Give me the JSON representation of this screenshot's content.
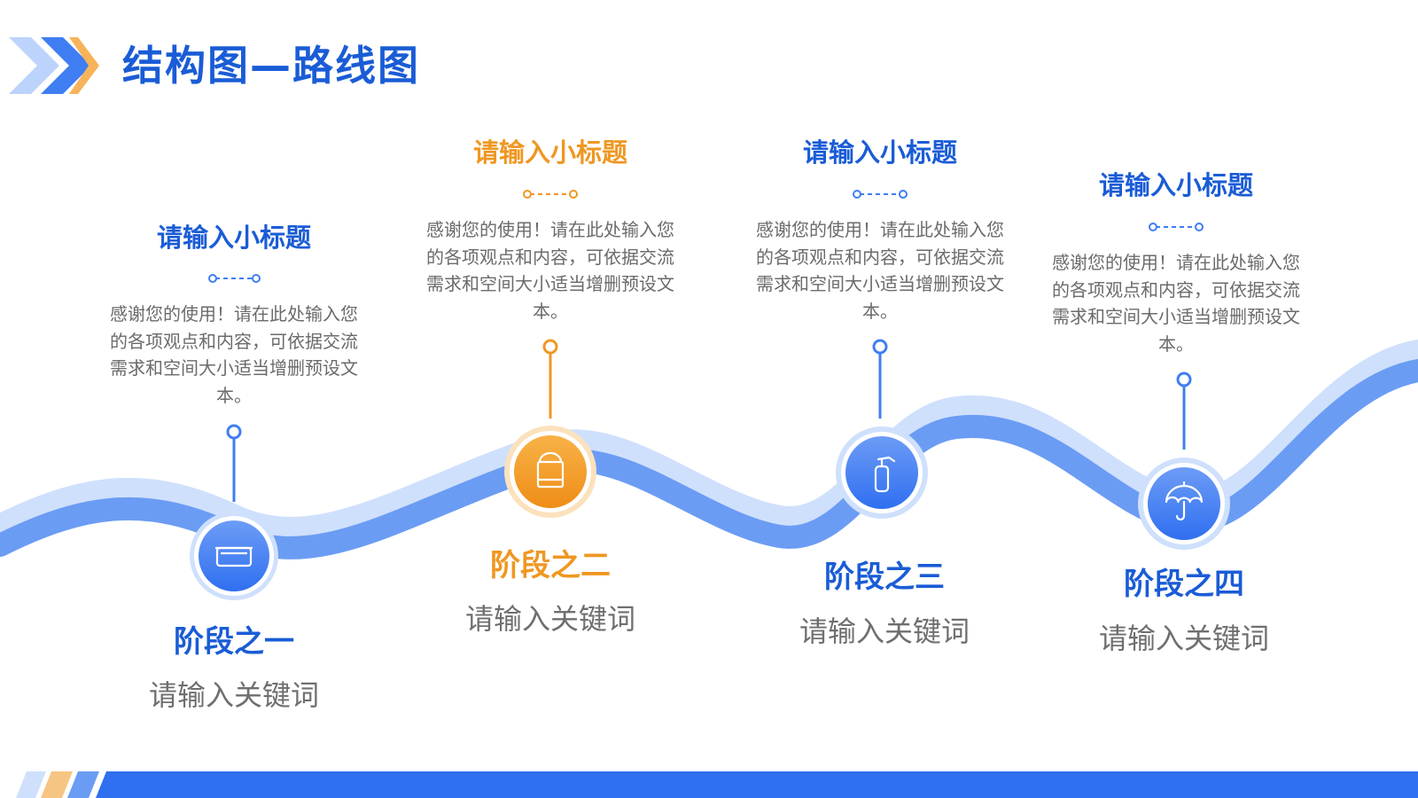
{
  "page": {
    "title": "结构图—路线图"
  },
  "colors": {
    "primary_blue": "#1a5cd6",
    "bright_blue": "#3f7ef2",
    "light_blue": "#cfe0fc",
    "orange": "#ef9722",
    "text_gray": "#6b6b6b"
  },
  "stages": [
    {
      "subtitle": "请输入小标题",
      "description": "感谢您的使用！请在此处输入您的各项观点和内容，可依据交流需求和空间大小适当增删预设文本。",
      "stage": "阶段之一",
      "keyword": "请输入关键词",
      "accent": "blue",
      "icon": "food-container-icon"
    },
    {
      "subtitle": "请输入小标题",
      "description": "感谢您的使用！请在此处输入您的各项观点和内容，可依据交流需求和空间大小适当增删预设文本。",
      "stage": "阶段之二",
      "keyword": "请输入关键词",
      "accent": "orange",
      "icon": "towel-rack-icon"
    },
    {
      "subtitle": "请输入小标题",
      "description": "感谢您的使用！请在此处输入您的各项观点和内容，可依据交流需求和空间大小适当增删预设文本。",
      "stage": "阶段之三",
      "keyword": "请输入关键词",
      "accent": "blue",
      "icon": "fire-extinguisher-icon"
    },
    {
      "subtitle": "请输入小标题",
      "description": "感谢您的使用！请在此处输入您的各项观点和内容，可依据交流需求和空间大小适当增删预设文本。",
      "stage": "阶段之四",
      "keyword": "请输入关键词",
      "accent": "blue",
      "icon": "umbrella-icon"
    }
  ]
}
